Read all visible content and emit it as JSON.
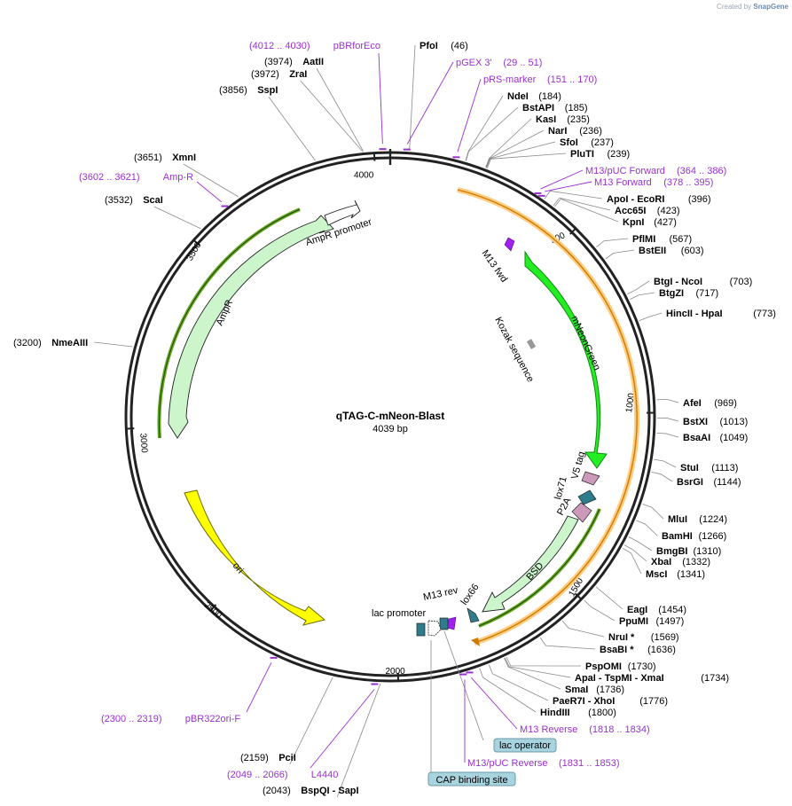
{
  "watermark": {
    "prefix": "Created by",
    "brand": "SnapGene"
  },
  "plasmid": {
    "name": "qTAG-C-mNeon-Blast",
    "length": "4039 bp",
    "total_bp": 4039
  },
  "ticks": [
    "500",
    "1000",
    "1500",
    "2000",
    "2500",
    "3000",
    "3500",
    "4000"
  ],
  "enzymes": [
    {
      "name": "PfoI",
      "pos": "(46)"
    },
    {
      "name": "NdeI",
      "pos": "(184)"
    },
    {
      "name": "BstAPI",
      "pos": "(185)"
    },
    {
      "name": "KasI",
      "pos": "(235)"
    },
    {
      "name": "NarI",
      "pos": "(236)"
    },
    {
      "name": "SfoI",
      "pos": "(237)"
    },
    {
      "name": "PluTI",
      "pos": "(239)"
    },
    {
      "name": "ApoI  - EcoRI",
      "pos": "(396)"
    },
    {
      "name": "Acc65I",
      "pos": "(423)"
    },
    {
      "name": "KpnI",
      "pos": "(427)"
    },
    {
      "name": "PflMI",
      "pos": "(567)"
    },
    {
      "name": "BstEII",
      "pos": "(603)"
    },
    {
      "name": "BtgI  - NcoI",
      "pos": "(703)"
    },
    {
      "name": "BtgZI",
      "pos": "(717)"
    },
    {
      "name": "HincII  - HpaI",
      "pos": "(773)"
    },
    {
      "name": "AfeI",
      "pos": "(969)"
    },
    {
      "name": "BstXI",
      "pos": "(1013)"
    },
    {
      "name": "BsaAI",
      "pos": "(1049)"
    },
    {
      "name": "StuI",
      "pos": "(1113)"
    },
    {
      "name": "BsrGI",
      "pos": "(1144)"
    },
    {
      "name": "MluI",
      "pos": "(1224)"
    },
    {
      "name": "BamHI",
      "pos": "(1266)"
    },
    {
      "name": "BmgBI",
      "pos": "(1310)"
    },
    {
      "name": "XbaI",
      "pos": "(1332)"
    },
    {
      "name": "MscI",
      "pos": "(1341)"
    },
    {
      "name": "EagI",
      "pos": "(1454)"
    },
    {
      "name": "PpuMI",
      "pos": "(1497)"
    },
    {
      "name": "NruI *",
      "pos": "(1569)"
    },
    {
      "name": "BsaBI *",
      "pos": "(1636)"
    },
    {
      "name": "PspOMI",
      "pos": "(1730)"
    },
    {
      "name": "ApaI  - TspMI  - XmaI",
      "pos": "(1734)"
    },
    {
      "name": "SmaI",
      "pos": "(1736)"
    },
    {
      "name": "PaeR7I  - XhoI",
      "pos": "(1776)"
    },
    {
      "name": "HindIII",
      "pos": "(1800)"
    },
    {
      "name": "PciI",
      "pos": "(2159)"
    },
    {
      "name": "BspQI  - SapI",
      "pos": "(2043)"
    },
    {
      "name": "NmeAIII",
      "pos": "(3200)"
    },
    {
      "name": "ScaI",
      "pos": "(3532)"
    },
    {
      "name": "XmnI",
      "pos": "(3651)"
    },
    {
      "name": "SspI",
      "pos": "(3856)"
    },
    {
      "name": "ZraI",
      "pos": "(3972)"
    },
    {
      "name": "AatII",
      "pos": "(3974)"
    }
  ],
  "primers": [
    {
      "range": "(4012 .. 4030)",
      "name": "pBRforEco"
    },
    {
      "range": "(29 .. 51)",
      "name": "pGEX 3'"
    },
    {
      "range": "(151 .. 170)",
      "name": "pRS-marker"
    },
    {
      "range": "(364 .. 386)",
      "name": "M13/pUC Forward"
    },
    {
      "range": "(378 .. 395)",
      "name": "M13 Forward"
    },
    {
      "range": "(1818 .. 1834)",
      "name": "M13 Reverse"
    },
    {
      "range": "(1831 .. 1853)",
      "name": "M13/pUC Reverse"
    },
    {
      "range": "(2049 .. 2066)",
      "name": "L4440"
    },
    {
      "range": "(2300 .. 2319)",
      "name": "pBR322ori-F"
    },
    {
      "range": "(3602 .. 3621)",
      "name": "Amp-R"
    }
  ],
  "features": [
    {
      "name": "mNeonGreen",
      "color": "#22ee22"
    },
    {
      "name": "AmpR",
      "color": "#ccf5cc"
    },
    {
      "name": "AmpR promoter",
      "color": "#ffffff"
    },
    {
      "name": "ori",
      "color": "#ffff00"
    },
    {
      "name": "BSD",
      "color": "#ccf5cc"
    },
    {
      "name": "M13 fwd",
      "color": "#a020f0"
    },
    {
      "name": "M13 rev",
      "color": "#a020f0"
    },
    {
      "name": "Kozak sequence",
      "color": "#999999"
    },
    {
      "name": "V5 tag",
      "color": "#cc99bb"
    },
    {
      "name": "lox71",
      "color": "#2e7d8c"
    },
    {
      "name": "P2A",
      "color": "#cc99bb"
    },
    {
      "name": "lox66",
      "color": "#2e7d8c"
    },
    {
      "name": "lac promoter",
      "color": "#ffffff"
    }
  ],
  "site_boxes": [
    "lac operator",
    "CAP binding site"
  ],
  "colors": {
    "orf": "#ff9900",
    "primer": "#9b30d0",
    "backbone": "#222222",
    "site_box": "#a8d4e0"
  }
}
